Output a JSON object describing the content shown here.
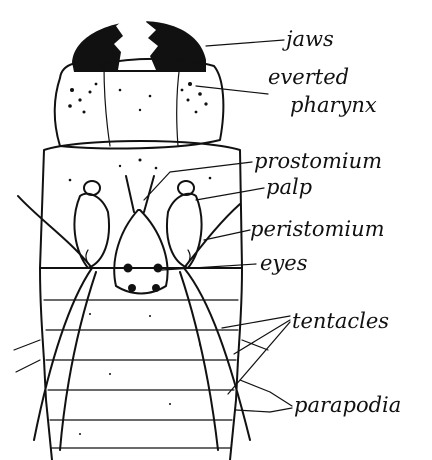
{
  "labels": {
    "jaws": "jaws",
    "everted_line1": "everted",
    "everted_line2": "pharynx",
    "prostomium": "prostomium",
    "palp": "palp",
    "peristomium": "peristomium",
    "eyes": "eyes",
    "tentacles": "tentacles",
    "parapodia": "parapodia"
  },
  "colors": {
    "ink": "#111111",
    "paper": "#ffffff"
  }
}
